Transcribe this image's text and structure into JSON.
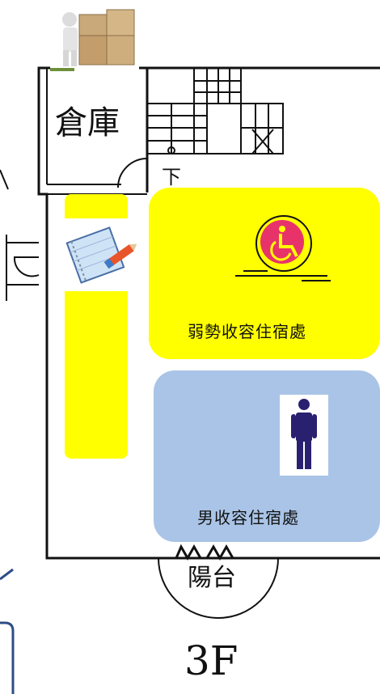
{
  "plan": {
    "storage_label": "倉庫",
    "stairs_down_label": "下",
    "balcony_label": "陽台",
    "floor_label": "3F"
  },
  "rooms": {
    "disabled_shelter": {
      "label": "弱勢收容住宿處",
      "color": "#ffff00",
      "icon": "wheelchair-accessible-icon"
    },
    "male_shelter": {
      "label": "男收容住宿處",
      "color": "#a9c4e6",
      "icon": "male-person-icon"
    }
  },
  "corridor": {
    "color": "#ffff00"
  },
  "images": {
    "storage_boxes": "storage-boxes-icon",
    "notebook": "notebook-pencil-icon"
  },
  "colors": {
    "wall": "#111111",
    "wheelchair_circle": "#e8336a",
    "male_figure": "#2a2070",
    "side_panel_border": "#2d4e86"
  }
}
